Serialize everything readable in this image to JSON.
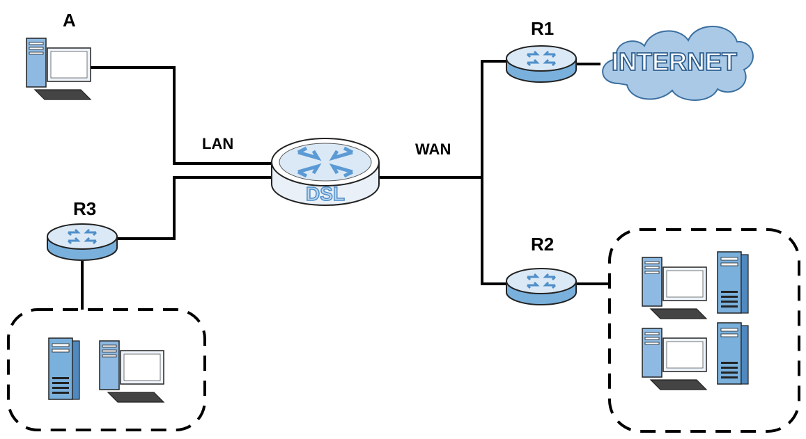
{
  "nodes": {
    "pc_a": {
      "label": "A"
    },
    "r1": {
      "label": "R1"
    },
    "r2": {
      "label": "R2"
    },
    "r3": {
      "label": "R3"
    },
    "dsl": {
      "label": "DSL"
    },
    "internet": {
      "label": "INTERNET"
    }
  },
  "links": {
    "lan": {
      "label": "LAN"
    },
    "wan": {
      "label": "WAN"
    }
  },
  "colors": {
    "line": "#000000",
    "device_blue": "#7ab0dc",
    "device_light": "#dbe9f6",
    "cloud": "#a9c9e6",
    "router_text": "#4f8fc9"
  }
}
